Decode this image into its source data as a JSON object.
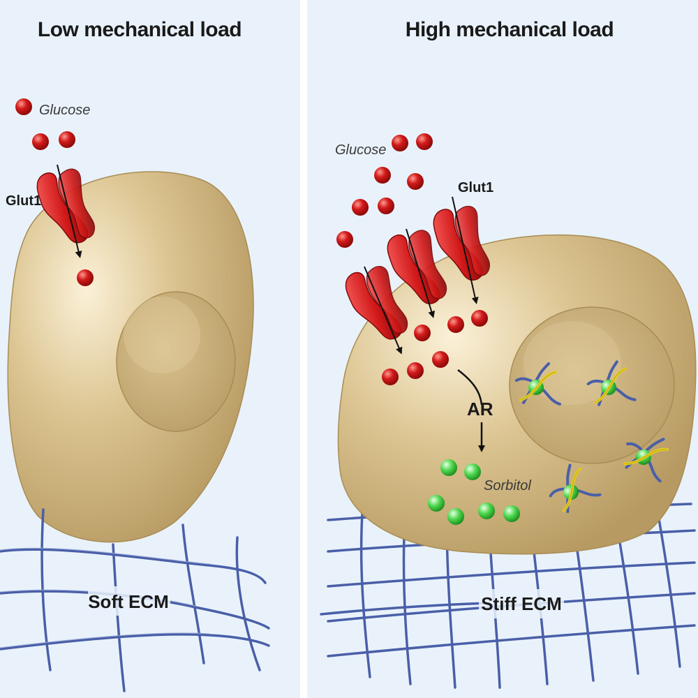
{
  "panels": [
    {
      "title": "Low mechanical load",
      "glucose_label": "Glucose",
      "transporter_label": "Glut1",
      "ecm_label": "Soft ECM"
    },
    {
      "title": "High mechanical load",
      "glucose_label": "Glucose",
      "transporter_label": "Glut1",
      "enzyme_label": "AR",
      "product_label": "Sorbitol",
      "ecm_label": "Stiff ECM"
    }
  ],
  "colors": {
    "background": "#e9f2fb",
    "cell": "#d8c08d",
    "nucleus": "#cdb27a",
    "glucose": "#c8141c",
    "glut1": "#d62a2a",
    "sorbitol": "#3ecf3e",
    "ecm_fiber": "#4a5fa8"
  }
}
